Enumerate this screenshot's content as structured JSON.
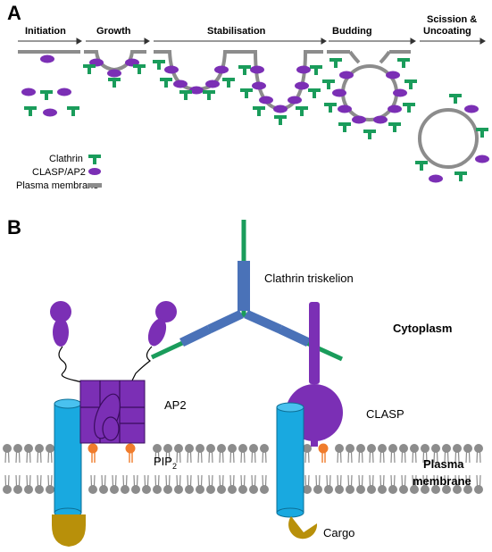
{
  "panel_a": {
    "letter": "A",
    "stages": [
      "Initiation",
      "Growth",
      "Stabilisation",
      "Budding",
      "Scission &",
      "Uncoating"
    ],
    "legend": {
      "clathrin": "Clathrin",
      "clasp_ap2": "CLASP/AP2",
      "membrane": "Plasma membrane"
    }
  },
  "panel_b": {
    "letter": "B",
    "labels": {
      "triskelion": "Clathrin triskelion",
      "cytoplasm": "Cytoplasm",
      "ap2": "AP2",
      "clasp": "CLASP",
      "pip": "PIP",
      "pip_sub": "2",
      "plasma": "Plasma",
      "membrane": "membrane",
      "cargo": "Cargo"
    }
  },
  "colors": {
    "clathrin": "#1a9c5b",
    "adaptor": "#7b2fb5",
    "membrane": "#8c8c8c",
    "receptor": "#19a9e0",
    "cargo": "#b8900a",
    "pip": "#f07c2c",
    "triskelion_sleeve": "#4a72b8"
  }
}
